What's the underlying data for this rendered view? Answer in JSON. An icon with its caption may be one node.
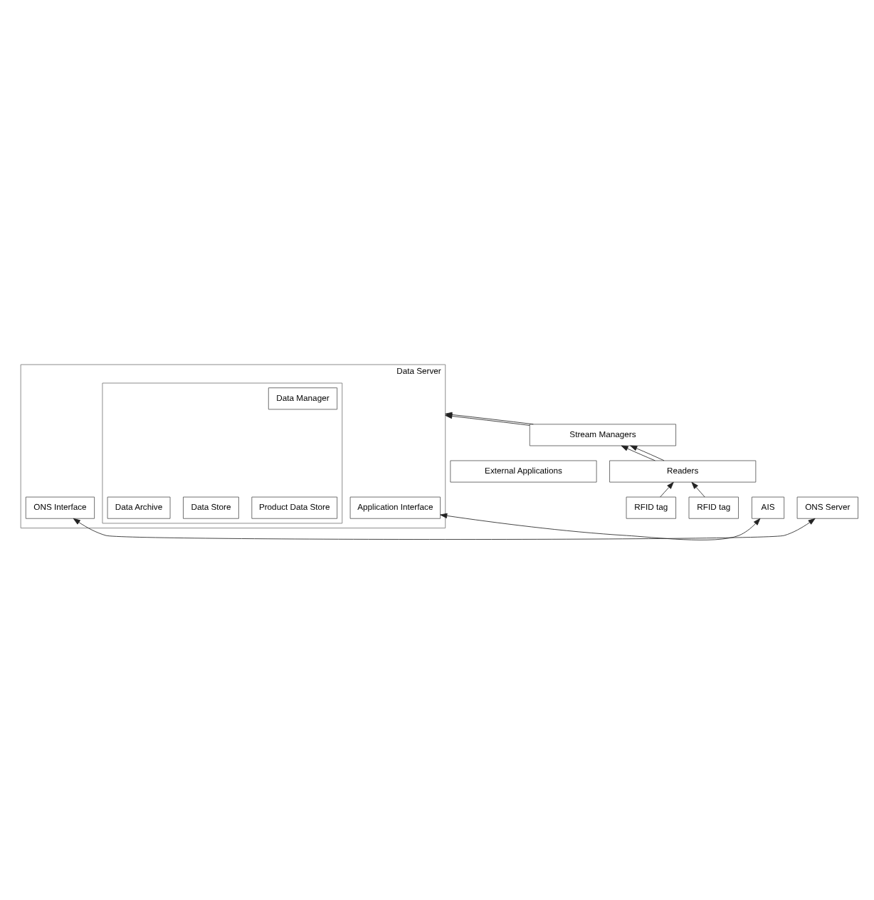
{
  "diagram": {
    "nodes": [
      {
        "text": [
          "External Applications"
        ]
      },
      {
        "text": [
          "AIS"
        ]
      },
      {
        "text": [
          "Data Server"
        ]
      },
      {
        "text": [
          "Application Interface"
        ],
        "in": 2
      },
      {
        "text": [
          "ONS Interface"
        ],
        "in": 2
      },
      {
        "text": [],
        "shape": "box",
        "in": 2
      },
      {
        "text": [
          "Product Data Store"
        ],
        "in": 5
      },
      {
        "text": [
          "Data Store"
        ],
        "in": 5
      },
      {
        "text": [
          "Data Archive"
        ],
        "in": 5
      },
      {
        "text": [
          "Data Manager"
        ],
        "in": 5
      },
      {
        "text": [
          "ONS Server"
        ]
      },
      {
        "text": [
          "Stream Managers"
        ]
      },
      {
        "text": [
          "Readers"
        ]
      },
      {
        "text": [
          "RFID tag"
        ]
      },
      {
        "text": [
          "RFID tag"
        ]
      }
    ],
    "edges": [
      {
        "from": 1,
        "to": 3,
        "arrow": "both"
      },
      {
        "from": 4,
        "to": 10,
        "arrow": "both"
      },
      {
        "from": 11,
        "to": 2,
        "arrow": "to"
      },
      {
        "from": 11,
        "to": 2,
        "arrow": "to"
      },
      {
        "from": 12,
        "to": 11,
        "arrow": "to"
      },
      {
        "from": 12,
        "to": 11,
        "arrow": "to"
      },
      {
        "from": 13,
        "to": 12,
        "arrow": "to"
      },
      {
        "from": 14,
        "to": 12,
        "arrow": "to"
      }
    ]
  }
}
